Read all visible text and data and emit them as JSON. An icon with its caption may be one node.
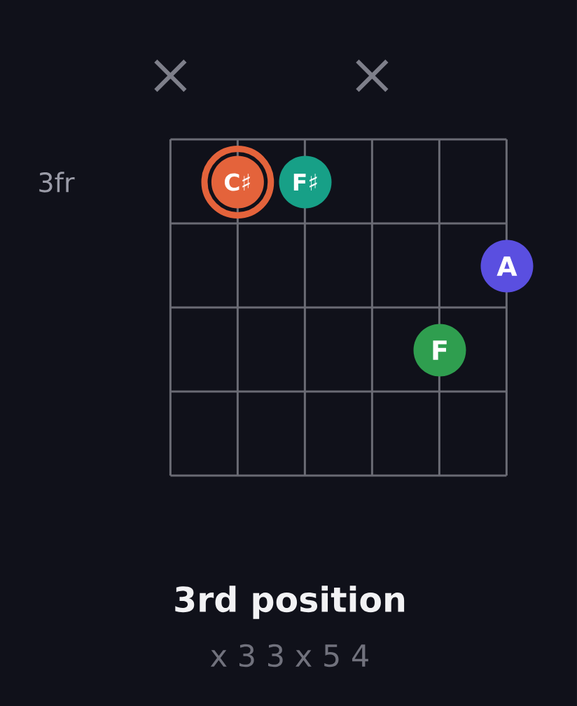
{
  "diagram": {
    "title": "3rd position",
    "caption": "x 3 3 x 5 4",
    "nodes": [
      {
        "text": [
          "C♯"
        ]
      },
      {
        "text": [
          "F♯"
        ]
      },
      {
        "text": [
          "A"
        ]
      },
      {
        "text": [
          "F"
        ]
      }
    ],
    "labels": [
      "3fr"
    ]
  }
}
